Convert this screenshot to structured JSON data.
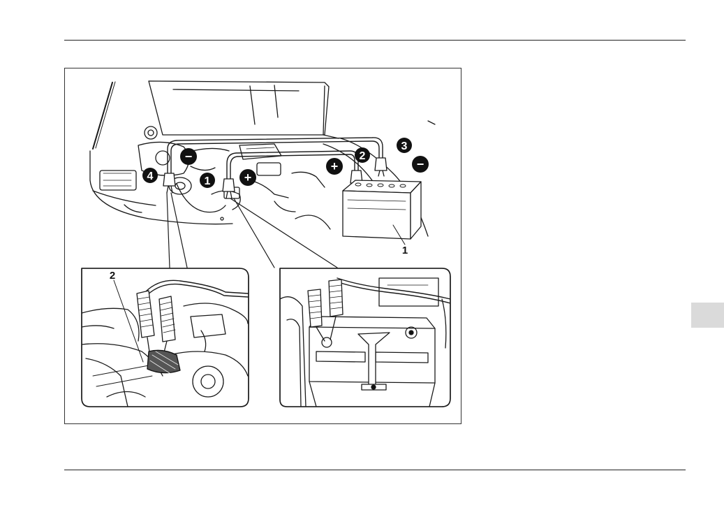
{
  "figure": {
    "steps": [
      "1",
      "2",
      "3",
      "4"
    ],
    "polarity": {
      "plus": "+",
      "minus": "−"
    },
    "callouts": {
      "booster_battery": "1",
      "ground_point": "2"
    }
  },
  "colors": {
    "line": "#1a1a1a",
    "rule": "#222222",
    "section_tab": "#dadada",
    "badge": "#111111"
  }
}
